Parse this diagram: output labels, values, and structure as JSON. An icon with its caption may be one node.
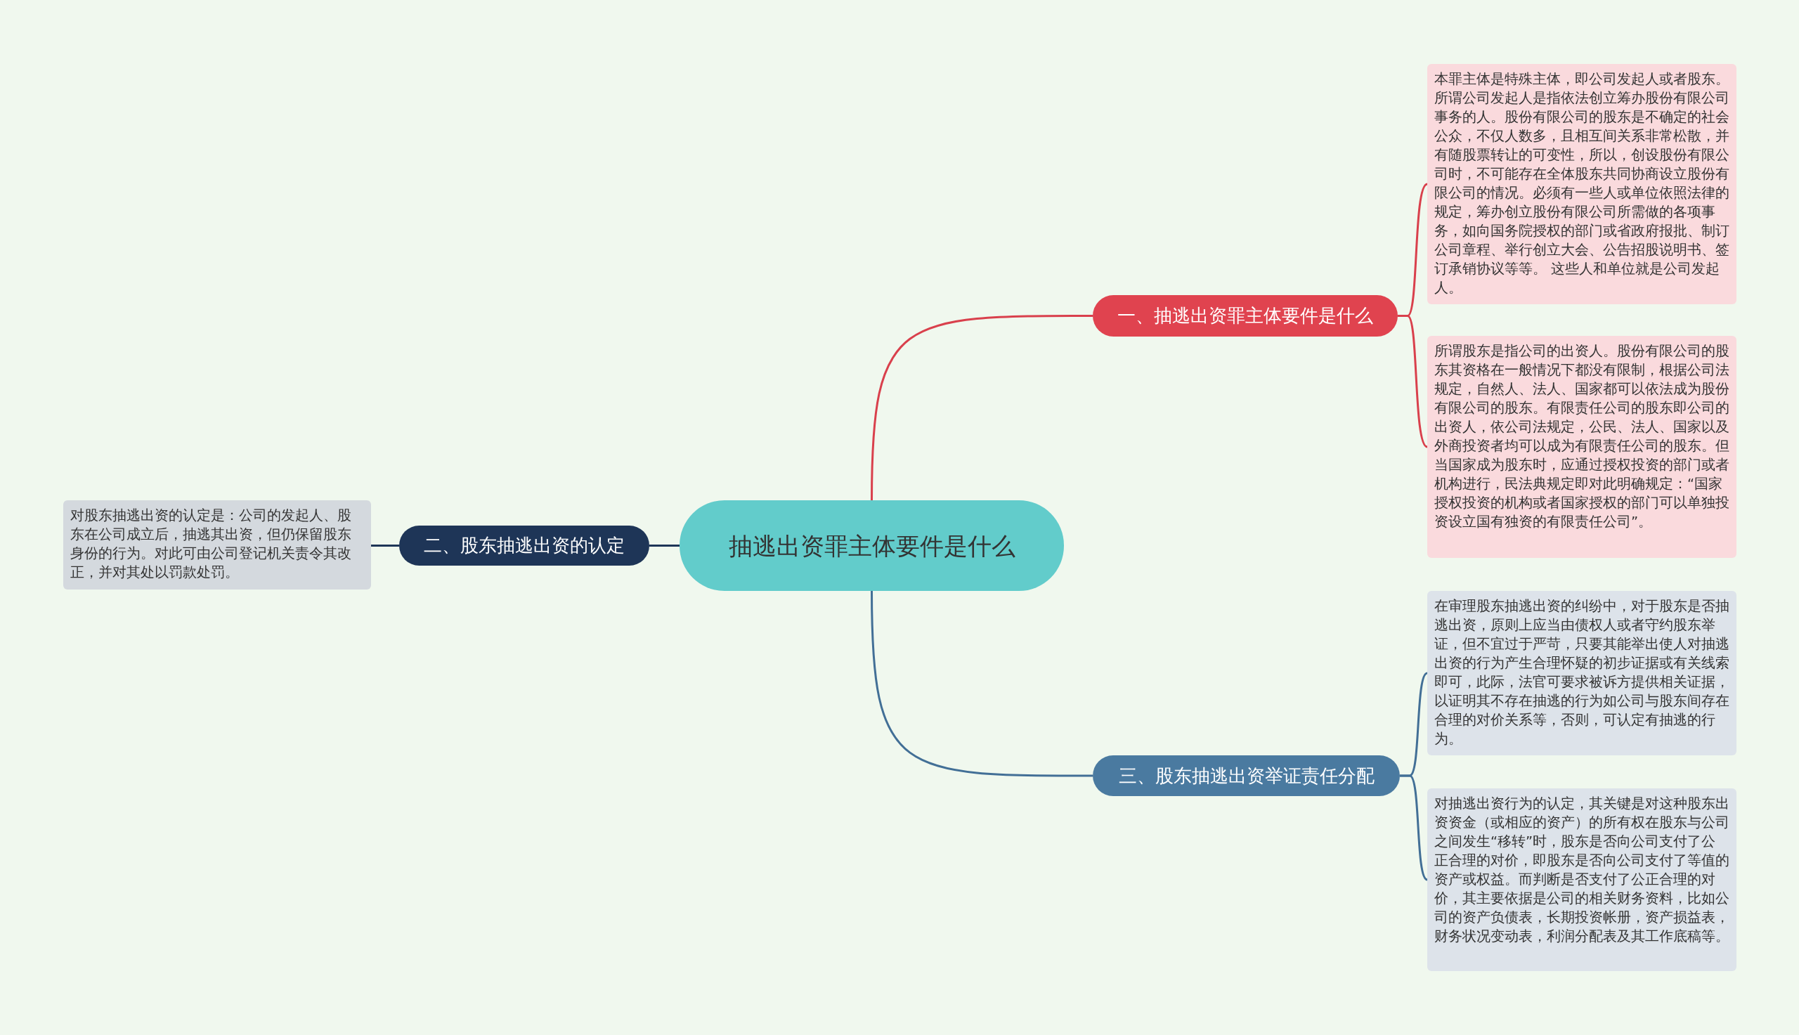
{
  "diagram": {
    "nodes": [
      {
        "text": [
          "抽逃出资罪主体要件是什么"
        ]
      },
      {
        "text": [
          "一、抽逃出资罪主体要件是什么"
        ]
      },
      {
        "text": [
          "本罪主体是特殊主体，即公司发起人或者股东。所谓公司发起人是指依法创立筹办股份有限公司事务的人。股份有限公司的股东是不确定的社会公众，不仅人数多，且相互间关系非常松散，并有随股票转让的可变性，所以，创设股份有限公司时，不可能存在全体股东共同协商设立股份有限公司的情况。必须有一些人或单位依照法律的规定，筹办创立股份有限公司所需做的各项事务，如向国务院授权的部门或省政府报批、制订公司章程、举行创立大会、公告招股说明书、签订承销协议等等。 这些人和单位就是公司发起人。"
        ]
      },
      {
        "text": [
          "所谓股东是指公司的出资人。股份有限公司的股东其资格在一般情况下都没有限制，根据公司法规定，自然人、法人、国家都可以依法成为股份有限公司的股东。有限责任公司的股东即公司的出资人，依公司法规定，公民、法人、国家以及外商投资者均可以成为有限责任公司的股东。但当国家成为股东时，应通过授权投资的部门或者机构进行，民法典规定即对此明确规定：“国家授权投资的机构或者国家授权的部门可以单独投资设立国有独资的有限责任公司”。"
        ]
      },
      {
        "text": [
          "二、股东抽逃出资的认定"
        ]
      },
      {
        "text": [
          "对股东抽逃出资的认定是：公司的发起人、股东在公司成立后，抽逃其出资，但仍保留股东身份的行为。对此可由公司登记机关责令其改正，并对其处以罚款处罚。"
        ]
      },
      {
        "text": [
          "三、股东抽逃出资举证责任分配"
        ]
      },
      {
        "text": [
          "在审理股东抽逃出资的纠纷中，对于股东是否抽逃出资，原则上应当由债权人或者守约股东举证，但不宜过于严苛，只要其能举出使人对抽逃出资的行为产生合理怀疑的初步证据或有关线索即可，此际，法官可要求被诉方提供相关证据，以证明其不存在抽逃的行为如公司与股东间存在合理的对价关系等，否则，可认定有抽逃的行为。"
        ]
      },
      {
        "text": [
          "对抽逃出资行为的认定，其关键是对这种股东出资资金（或相应的资产）的所有权在股东与公司之间发生“移转”时，股东是否向公司支付了公正合理的对价，即股东是否向公司支付了等值的资产或权益。而判断是否支付了公正合理的对价，其主要依据是公司的相关财务资料，比如公司的资产负债表，长期投资帐册，资产损益表，财务状况变动表，利润分配表及其工作底稿等。"
        ]
      }
    ],
    "edges": [
      {
        "from": 0,
        "to": 1,
        "arrow": "none",
        "color": "#d9404c"
      },
      {
        "from": 1,
        "to": 2,
        "arrow": "none",
        "color": "#d9404c"
      },
      {
        "from": 1,
        "to": 3,
        "arrow": "none",
        "color": "#d9404c"
      },
      {
        "from": 0,
        "to": 4,
        "arrow": "none",
        "color": "#1e3557"
      },
      {
        "from": 4,
        "to": 5,
        "arrow": "none",
        "color": "#1e3557"
      },
      {
        "from": 0,
        "to": 6,
        "arrow": "none",
        "color": "#426f96"
      },
      {
        "from": 6,
        "to": 7,
        "arrow": "none",
        "color": "#426f96"
      },
      {
        "from": 6,
        "to": 8,
        "arrow": "none",
        "color": "#426f96"
      }
    ]
  }
}
